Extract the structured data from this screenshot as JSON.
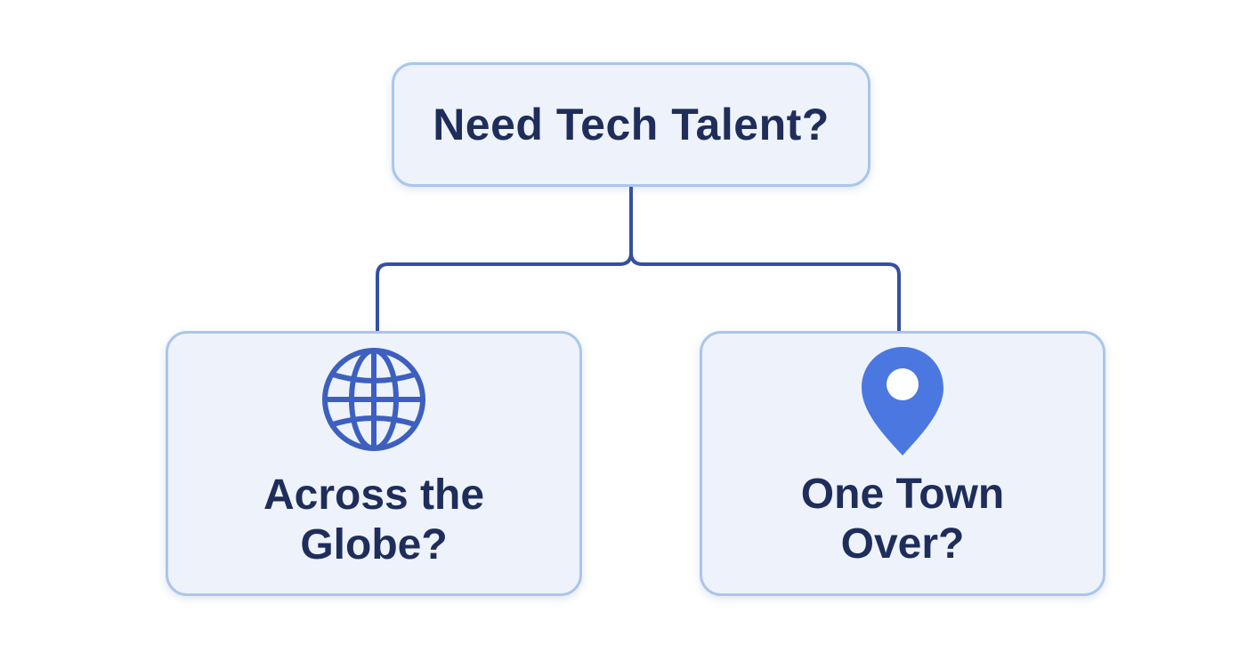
{
  "diagram": {
    "root": {
      "label": "Need Tech Talent?"
    },
    "branches": [
      {
        "label": "Across the\nGlobe?",
        "icon": "globe-icon"
      },
      {
        "label": "One Town\nOver?",
        "icon": "location-pin-icon"
      }
    ]
  },
  "colors": {
    "node_fill": "#eef3fb",
    "node_border": "#a9c6ec",
    "connector": "#3550a0",
    "text": "#1f2d5a",
    "globe_stroke": "#3d5fbf",
    "pin_fill": "#4a78e0"
  }
}
